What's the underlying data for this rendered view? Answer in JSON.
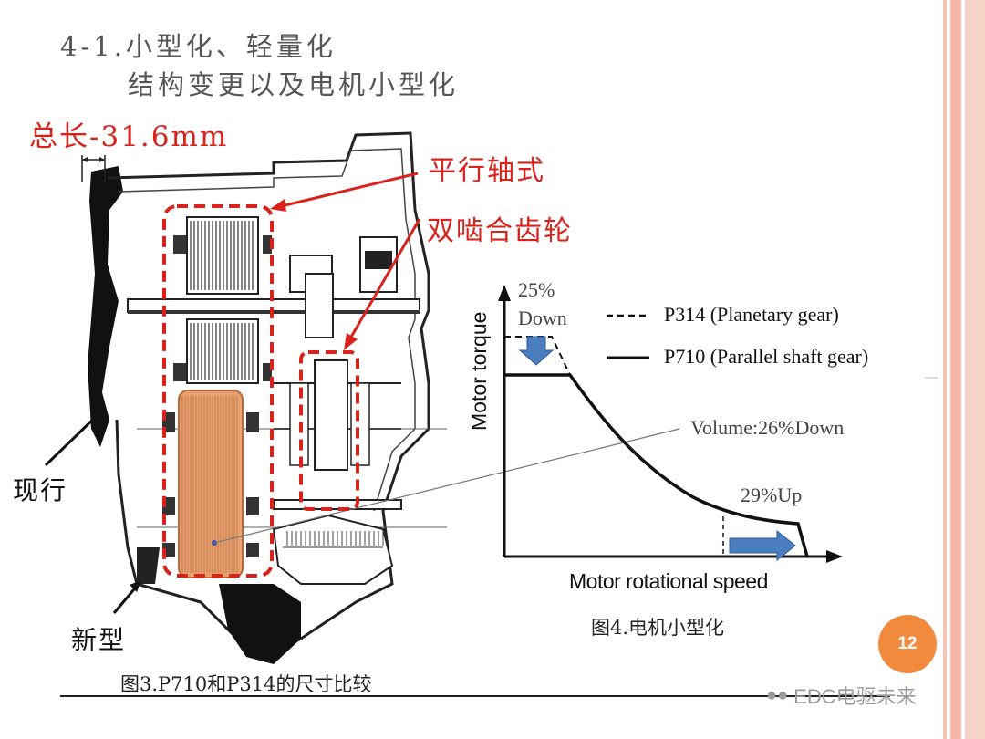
{
  "title": {
    "line1": "4-1.小型化、轻量化",
    "line2": "结构变更以及电机小型化"
  },
  "figure3": {
    "total_length": "总长-31.6mm",
    "parallel_shaft": "平行轴式",
    "double_mesh": "双啮合齿轮",
    "current": "现行",
    "new_type": "新型",
    "caption": "图3.P710和P314的尺寸比较"
  },
  "figure4": {
    "caption": "图4.电机小型化",
    "torque_annotation": "25%\nDown",
    "torque_line1": "25%",
    "torque_line2": "Down",
    "speed_annotation": "29%Up",
    "volume_annotation": "Volume:26%Down",
    "legend": [
      {
        "style": "dashed",
        "label": "P314 (Planetary gear)"
      },
      {
        "style": "solid",
        "label": "P710 (Parallel shaft gear)"
      }
    ],
    "xlabel": "Motor rotational speed",
    "ylabel": "Motor torque"
  },
  "page_number": "12",
  "watermark": "EDC电驱未来",
  "colors": {
    "accent_red": "#d9221c",
    "arrow_blue": "#4a7ebf",
    "badge_orange": "#f28a3e",
    "motor_copper": "#e8a070",
    "stripe_pink": "#f4b6a8"
  }
}
